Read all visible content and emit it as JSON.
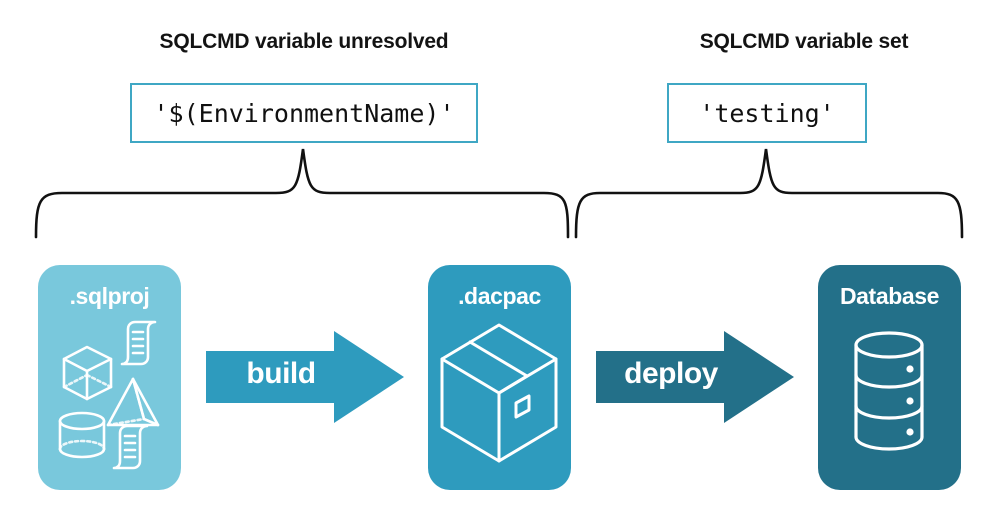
{
  "headings": {
    "left": "SQLCMD variable unresolved",
    "right": "SQLCMD variable set"
  },
  "code_values": {
    "left": "'$(EnvironmentName)'",
    "right": "'testing'"
  },
  "pipeline": {
    "stages": [
      {
        "label": ".sqlproj",
        "color": "#79C8DC",
        "icon": "sql-objects-icon"
      },
      {
        "label": ".dacpac",
        "color": "#2E9BBE",
        "icon": "package-box-icon"
      },
      {
        "label": "Database",
        "color": "#237089",
        "icon": "database-cylinder-icon"
      }
    ],
    "arrows": [
      {
        "label": "build",
        "color": "#2E9BBE"
      },
      {
        "label": "deploy",
        "color": "#237089"
      }
    ]
  },
  "colors": {
    "background": "#ffffff",
    "heading_text": "#131313",
    "code_border": "#3FA7C4",
    "code_text": "#101010",
    "brace_stroke": "#111111",
    "light_teal": "#79C8DC",
    "mid_teal": "#2E9BBE",
    "dark_teal": "#237089",
    "icon_white": "#ffffff"
  },
  "braces": {
    "left_span_label": "covers .sqlproj through .dacpac",
    "right_span_label": "covers .dacpac through Database"
  }
}
